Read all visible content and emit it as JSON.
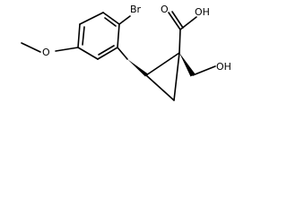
{
  "molecule": {
    "atom_labels": {
      "bromine": "Br",
      "carboxyl_oxygen": "O",
      "carboxyl_hydroxyl": "OH",
      "hydroxymethyl_hydroxyl": "OH",
      "methoxy_oxygen": "O"
    },
    "colors": {
      "bonds": "#000000",
      "labels": "#000000",
      "background": "#ffffff"
    }
  }
}
